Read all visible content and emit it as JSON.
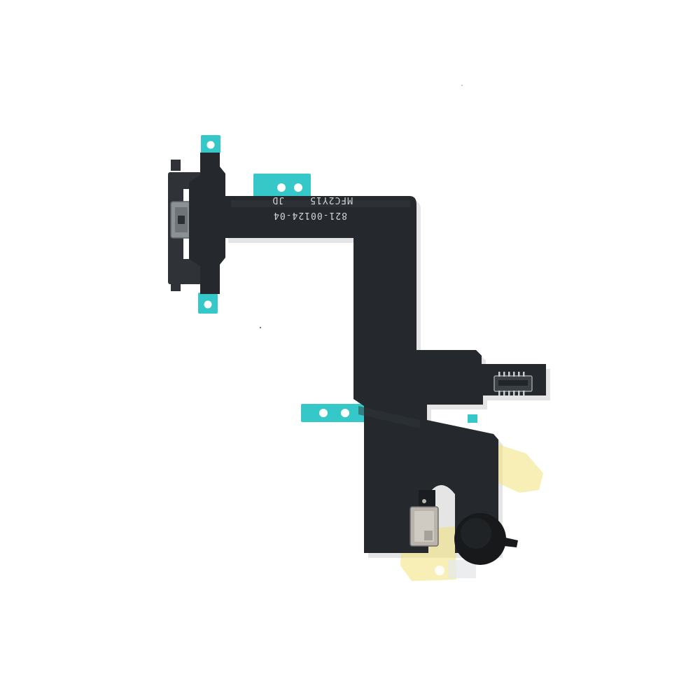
{
  "photo": {
    "subject": "flex-cable",
    "background_color": "#ffffff",
    "silkscreen": {
      "part_number": "821-00124-04",
      "lot_code": "MFC2Y15",
      "maker_mark": "JD"
    },
    "colors": {
      "flex_body": "#25292d",
      "adhesive_tape": "#36c7c9",
      "adhesive_holes": "#ffffff",
      "yellow_film": "#f2e27a",
      "metal_bracket": "#2f3337",
      "microphone_can": "#b9b5ad",
      "flash_module": "#17191b",
      "silkscreen": "#cfd6d8"
    }
  }
}
